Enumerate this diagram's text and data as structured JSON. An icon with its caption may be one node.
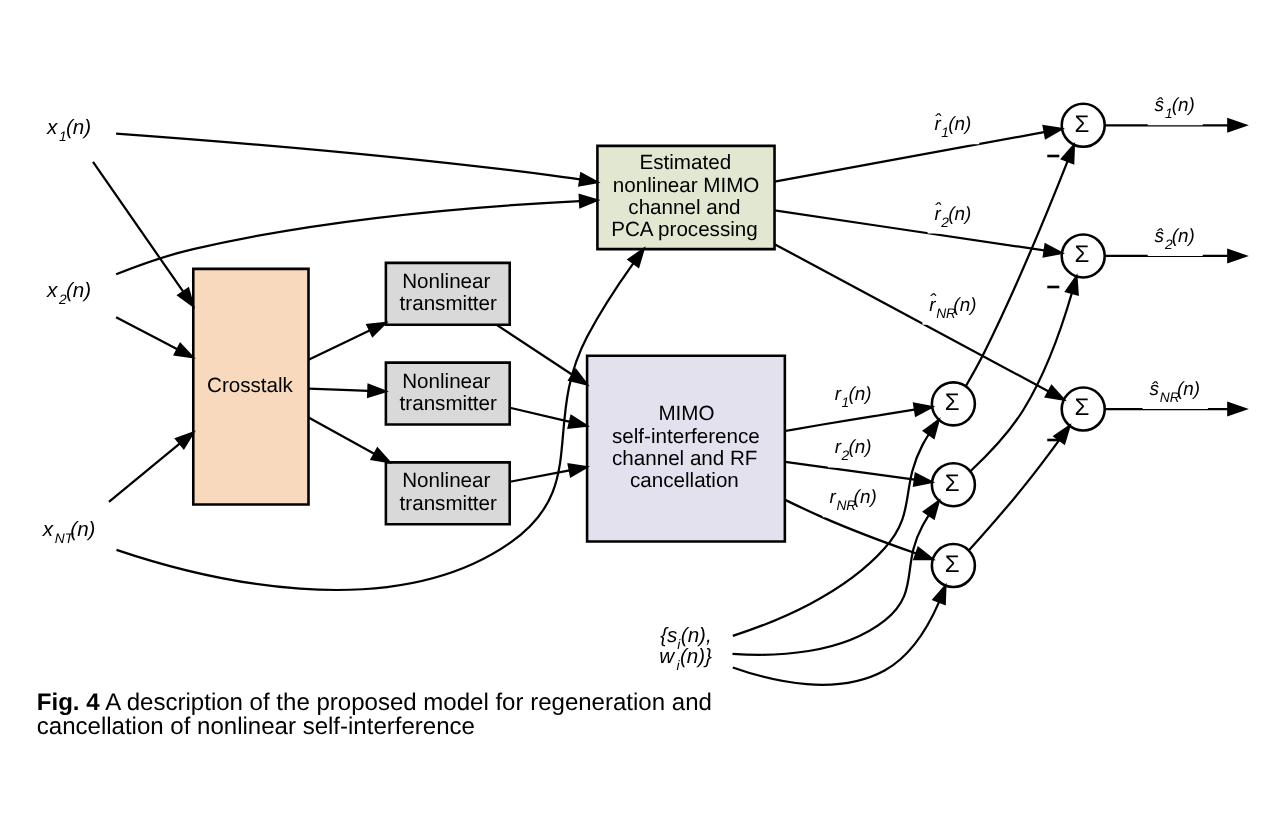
{
  "diagram": {
    "caption": "**Fig. 4** A description of the proposed model for regeneration and cancellation of nonlinear self-interference",
    "nodes": [
      {
        "text": [
          "x$_{1}$(n)"
        ]
      },
      {
        "text": [
          "x$_{2}$(n)"
        ]
      },
      {
        "text": [
          "x$_{NT}$(n)"
        ]
      },
      {
        "text": [
          "Crosstalk"
        ]
      },
      {
        "text": [
          "Nonlinear transmitter"
        ]
      },
      {
        "text": [
          "Nonlinear transmitter"
        ]
      },
      {
        "text": [
          "Nonlinear transmitter"
        ]
      },
      {
        "text": [
          "MIMO self-interference channel and RF cancellation"
        ]
      },
      {
        "text": [
          "{s$_{i}$(n), w$_{i}$(n)}"
        ]
      },
      {
        "text": [
          "Σ"
        ]
      },
      {
        "text": [
          "Σ"
        ]
      },
      {
        "text": [
          "Σ"
        ]
      },
      {
        "text": [
          "Σ"
        ],
        "beside": [
          "−"
        ]
      },
      {
        "text": [
          "Σ"
        ],
        "beside": [
          "−"
        ]
      },
      {
        "text": [
          "Σ"
        ],
        "beside": [
          "−"
        ]
      },
      {
        "text": [
          "Estimated nonlinear MIMO channel and PCA processing"
        ]
      }
    ],
    "edges": [
      {
        "from": 0,
        "to": 3,
        "arrow": "to"
      },
      {
        "from": 1,
        "to": 3,
        "arrow": "to"
      },
      {
        "from": 2,
        "to": 3,
        "arrow": "to"
      },
      {
        "from": 3,
        "to": 4,
        "arrow": "to"
      },
      {
        "from": 3,
        "to": 5,
        "arrow": "to"
      },
      {
        "from": 3,
        "to": 6,
        "arrow": "to"
      },
      {
        "from": 4,
        "to": 7,
        "arrow": "to"
      },
      {
        "from": 5,
        "to": 7,
        "arrow": "to"
      },
      {
        "from": 6,
        "to": 7,
        "arrow": "to"
      },
      {
        "from": 0,
        "to": 15,
        "arrow": "to"
      },
      {
        "from": 1,
        "to": 15,
        "arrow": "to"
      },
      {
        "from": 2,
        "to": 15,
        "arrow": "to"
      },
      {
        "from": 7,
        "to": 9,
        "arrow": "to",
        "label": "r$_{1}$(n)"
      },
      {
        "from": 7,
        "to": 10,
        "arrow": "to",
        "label": "r$_{2}$(n)"
      },
      {
        "from": 7,
        "to": 11,
        "arrow": "to",
        "label": "r$_{NR}$(n)"
      },
      {
        "from": 8,
        "to": 9,
        "arrow": "to"
      },
      {
        "from": 8,
        "to": 10,
        "arrow": "to"
      },
      {
        "from": 8,
        "to": 11,
        "arrow": "to"
      },
      {
        "from": 9,
        "to": 12,
        "arrow": "to"
      },
      {
        "from": 10,
        "to": 13,
        "arrow": "to"
      },
      {
        "from": 11,
        "to": 14,
        "arrow": "to"
      },
      {
        "from": 15,
        "to": 12,
        "arrow": "to",
        "label": "r̂$_{1}$(n)"
      },
      {
        "from": 15,
        "to": 13,
        "arrow": "to",
        "label": "r̂$_{2}$(n)"
      },
      {
        "from": 15,
        "to": 14,
        "arrow": "to",
        "label": "r̂$_{NR}$(n)"
      },
      {
        "from": 12,
        "to": null,
        "arrow": "to",
        "label": "ŝ$_{1}$(n)"
      },
      {
        "from": 13,
        "to": null,
        "arrow": "to",
        "label": "ŝ$_{2}$(n)"
      },
      {
        "from": 14,
        "to": null,
        "arrow": "to",
        "label": "ŝ$_{NR}$(n)"
      }
    ]
  }
}
